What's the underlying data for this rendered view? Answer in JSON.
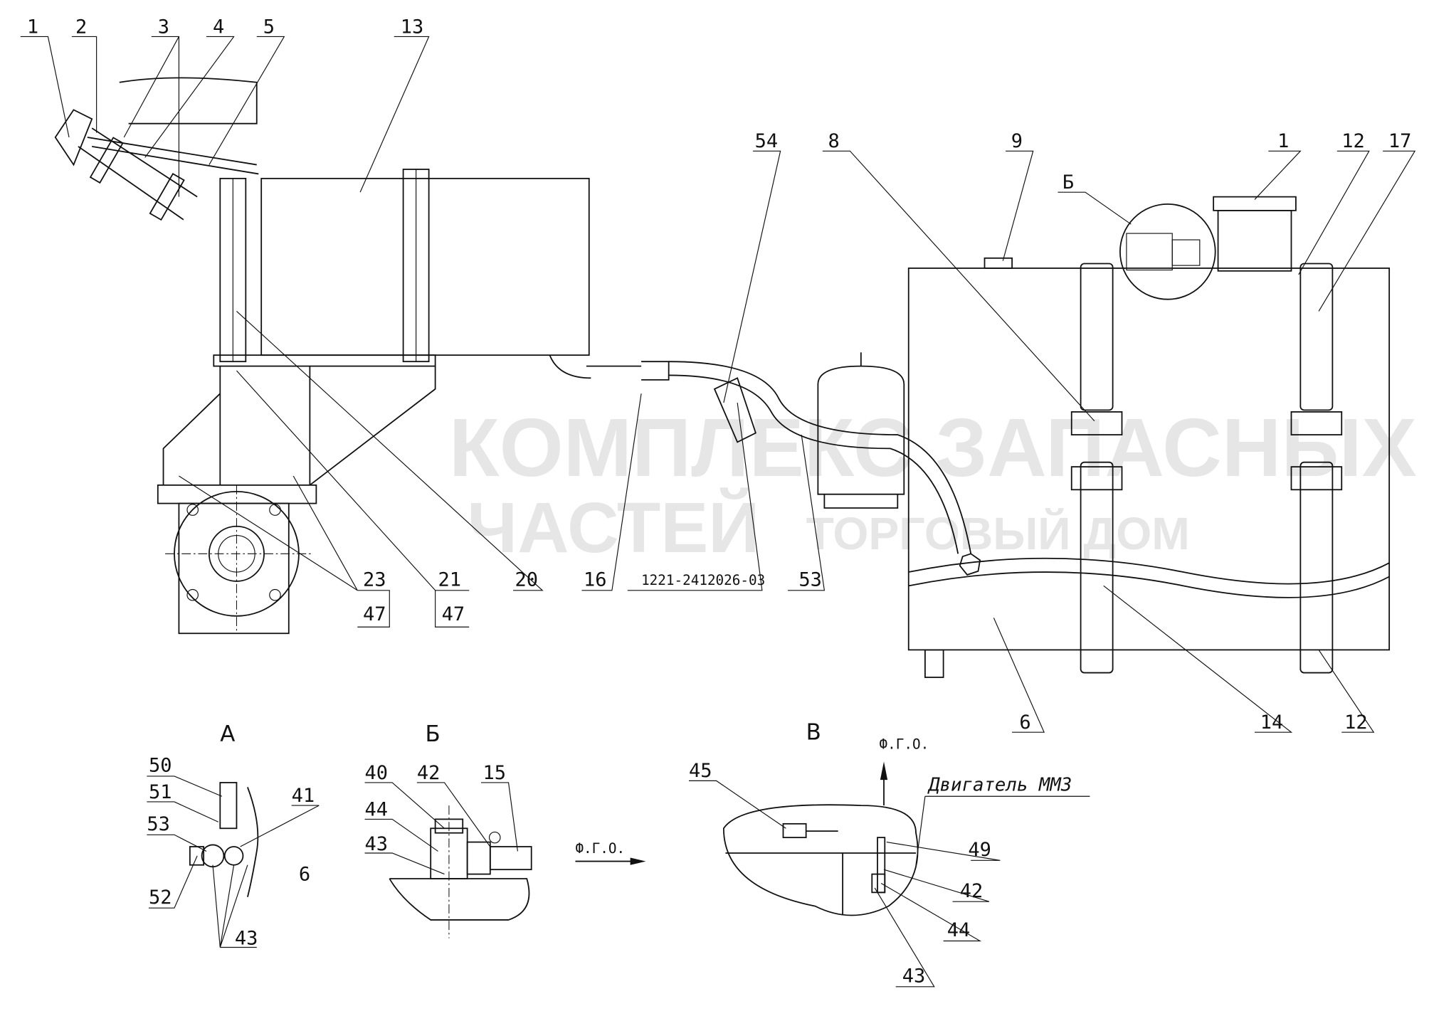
{
  "watermark": {
    "line1": "КОМПЛЕКС ЗАПАСНЫХ",
    "line2": "ЧАСТЕЙ",
    "line3": "ТОРГОВЫЙ ДОМ"
  },
  "callouts": {
    "c1": "1",
    "c2": "2",
    "c3": "3",
    "c4": "4",
    "c5": "5",
    "c13": "13",
    "c23": "23",
    "c47a": "47",
    "c21": "21",
    "c47b": "47",
    "c20": "20",
    "c16": "16",
    "part_no": "1221-2412026-03",
    "c53": "53",
    "c54": "54",
    "c8": "8",
    "c9": "9",
    "c1r": "1",
    "c12": "12",
    "c17": "17",
    "cB": "Б",
    "c6": "6",
    "c14": "14",
    "c12b": "12"
  },
  "sections": {
    "a": {
      "title": "А",
      "labels": [
        "50",
        "51",
        "53",
        "52",
        "41",
        "6",
        "43"
      ]
    },
    "b": {
      "title": "Б",
      "labels": [
        "40",
        "42",
        "15",
        "44",
        "43"
      ],
      "arrow_label": "Ф.Г.О."
    },
    "v": {
      "title": "В",
      "arrow_label": "Ф.Г.О.",
      "engine_label": "Двигатель ММЗ",
      "labels": [
        "45",
        "49",
        "42",
        "44",
        "43"
      ]
    }
  }
}
